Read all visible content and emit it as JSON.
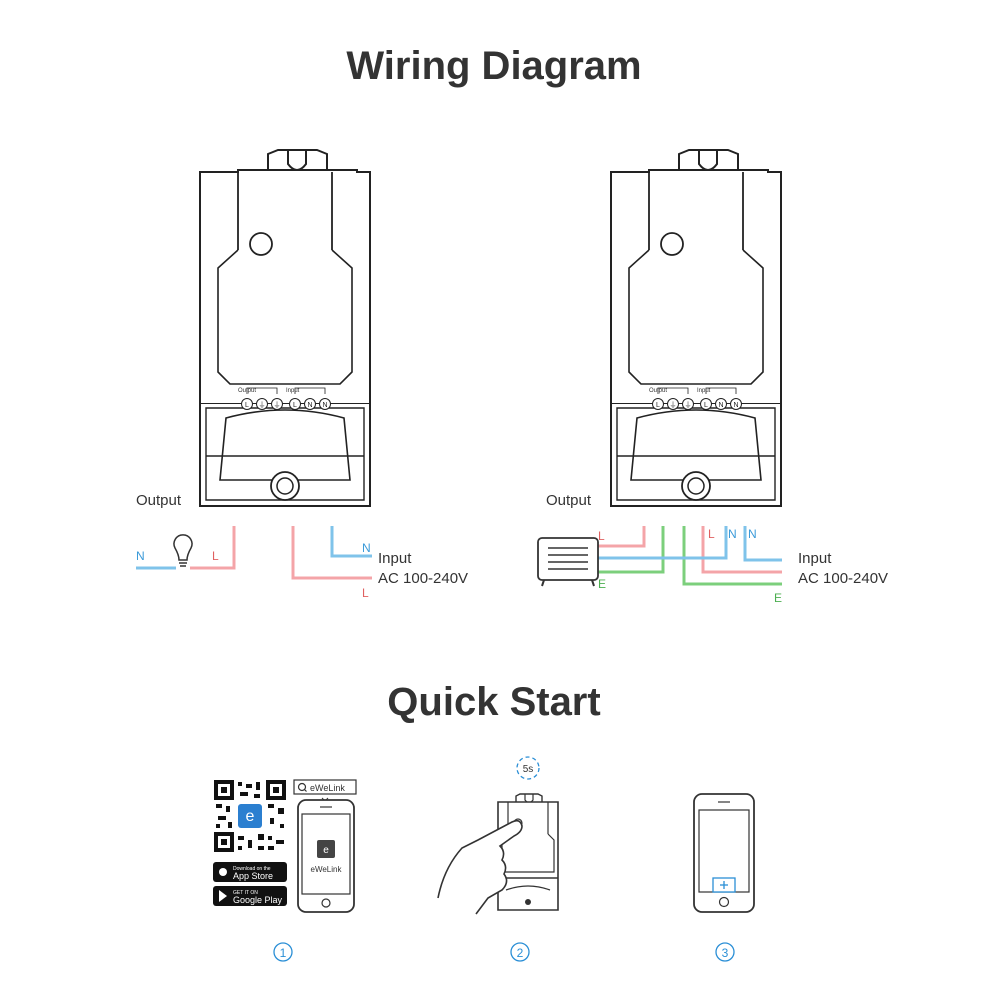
{
  "titles": {
    "wiring": "Wiring Diagram",
    "quick_start": "Quick Start"
  },
  "terminal_block": {
    "output_label": "Output",
    "input_label": "Input",
    "symbols": [
      "L",
      "⏚",
      "⏚",
      "L",
      "N",
      "N"
    ]
  },
  "left_diagram": {
    "output_label": "Output",
    "wire_n": "N",
    "wire_l_out": "L",
    "wire_n_in": "N",
    "wire_l_in": "L",
    "input_label": "Input",
    "voltage_label": "AC 100-240V"
  },
  "right_diagram": {
    "output_label": "Output",
    "wire_l_out": "L",
    "wire_e_out": "E",
    "top_l": "L",
    "top_n1": "N",
    "top_n2": "N",
    "wire_e_in": "E",
    "input_label": "Input",
    "voltage_label": "AC 100-240V"
  },
  "steps": {
    "app_search": "eWeLink",
    "app_name": "eWeLink",
    "app_store_small": "Download on the",
    "app_store": "App Store",
    "google_play_small": "GET IT ON",
    "google_play": "Google Play",
    "timer": "5s",
    "step1": "①",
    "step2": "②",
    "step3": "③"
  },
  "colors": {
    "line_l": "#f4a4a8",
    "line_n": "#7fc3ea",
    "line_e": "#7ccf7c",
    "label_l": "#e06060",
    "label_n": "#3a9ad9",
    "label_e": "#4caf50",
    "step_blue": "#2b8fd6"
  }
}
